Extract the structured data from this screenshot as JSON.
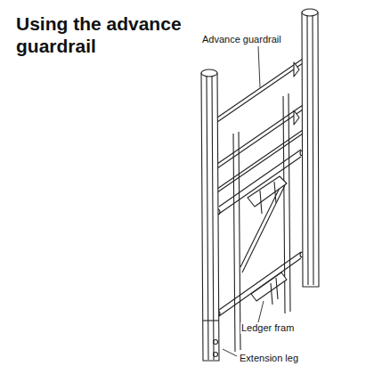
{
  "diagram": {
    "title": "Using the advance guardrail",
    "labels": [
      "Advance guardrail",
      "Ledger fram",
      "Extension leg"
    ]
  }
}
